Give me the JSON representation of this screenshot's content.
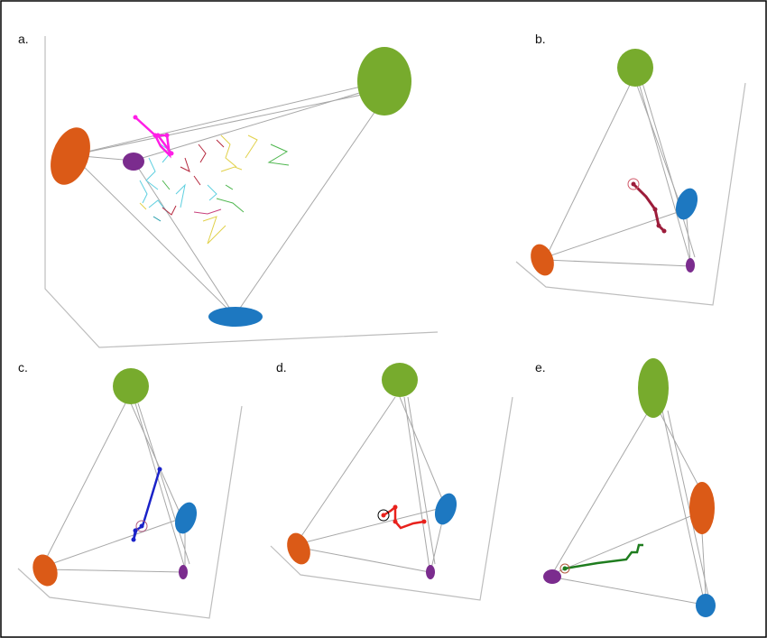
{
  "figure": {
    "panels": [
      {
        "id": "a",
        "label": "a."
      },
      {
        "id": "b",
        "label": "b."
      },
      {
        "id": "c",
        "label": "c."
      },
      {
        "id": "d",
        "label": "d."
      },
      {
        "id": "e",
        "label": "e."
      }
    ]
  },
  "colors": {
    "frame": "#000000",
    "axes": "#bdbdbd",
    "edges": "#a8a8a8",
    "green_node": "#77ab2d",
    "orange_node": "#db5a17",
    "blue_node": "#1d78c1",
    "purple_node": "#7b2c8e",
    "magenta_path": "#ff1ee6",
    "maroon_path": "#9c1c3a",
    "navy_path": "#1a22c8",
    "red_path": "#e8211c",
    "darkgreen_path": "#1f7d1f"
  }
}
